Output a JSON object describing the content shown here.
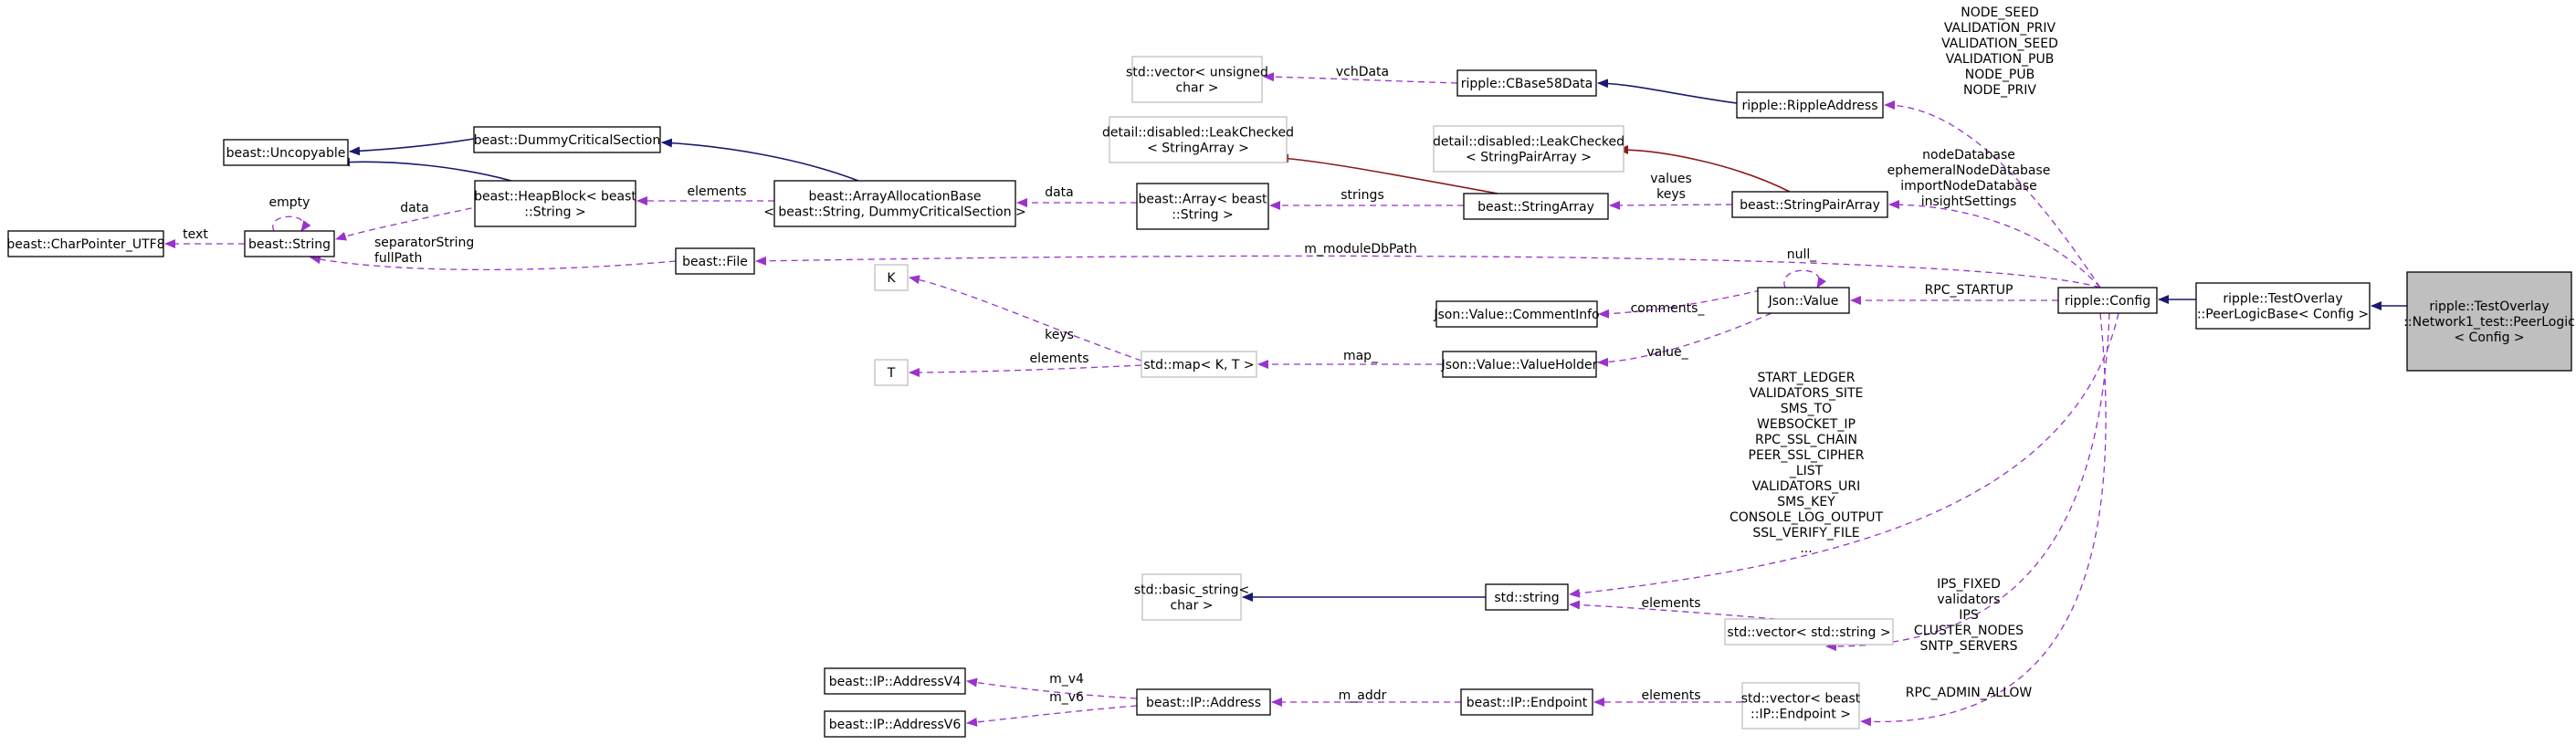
{
  "nodes": {
    "peerlogic": "ripple::TestOverlay\n::Network1_test::PeerLogic\n< Config >",
    "peerlogicbase": "ripple::TestOverlay\n::PeerLogicBase< Config >",
    "config": "ripple::Config",
    "rippleaddress": "ripple::RippleAddress",
    "cbase58data": "ripple::CBase58Data",
    "vector_uchar": "std::vector< unsigned\nchar >",
    "leakchecked_sa": "detail::disabled::LeakChecked\n< StringArray >",
    "leakchecked_spa": "detail::disabled::LeakChecked\n< StringPairArray >",
    "stringpairarray": "beast::StringPairArray",
    "stringarray": "beast::StringArray",
    "array": "beast::Array< beast\n::String >",
    "arrayallocbase": "beast::ArrayAllocationBase\n< beast::String, DummyCriticalSection >",
    "dummycs": "beast::DummyCriticalSection",
    "uncopyable": "beast::Uncopyable",
    "heapblock": "beast::HeapBlock< beast\n::String >",
    "string": "beast::String",
    "charpointer": "beast::CharPointer_UTF8",
    "file": "beast::File",
    "K": "K",
    "T": "T",
    "map": "std::map< K, T >",
    "commentinfo": "Json::Value::CommentInfo",
    "jsonvalue": "Json::Value",
    "valueholder": "Json::Value::ValueHolder",
    "basic_string": "std::basic_string<\nchar >",
    "stdstring": "std::string",
    "vector_string": "std::vector< std::string >",
    "addrv4": "beast::IP::AddressV4",
    "addrv6": "beast::IP::AddressV6",
    "address": "beast::IP::Address",
    "endpoint": "beast::IP::Endpoint",
    "vector_endpoint": "std::vector< beast\n::IP::Endpoint >"
  },
  "labels": {
    "node_seed": "NODE_SEED\nVALIDATION_PRIV\nVALIDATION_SEED\nVALIDATION_PUB\nNODE_PUB\nNODE_PRIV",
    "vchdata": "vchData",
    "values_keys": "values\nkeys",
    "strings": "strings",
    "data_array": "data",
    "elements_arr": "elements",
    "data_heap": "data",
    "empty": "empty",
    "text": "text",
    "separator": "separatorString\nfullPath",
    "nodedatabase": "nodeDatabase\nephemeralNodeDatabase\nimportNodeDatabase\ninsightSettings",
    "moduledbpath": "m_moduleDbPath",
    "comments": "comments_",
    "null": "null_",
    "rpc_startup": "RPC_STARTUP",
    "value": "value_",
    "map_": "map_",
    "keys": "keys",
    "elements_map": "elements",
    "start_ledger": "START_LEDGER\nVALIDATORS_SITE\nSMS_TO\nWEBSOCKET_IP\nRPC_SSL_CHAIN\nPEER_SSL_CIPHER\n_LIST\nVALIDATORS_URI\nSMS_KEY\nCONSOLE_LOG_OUTPUT\nSSL_VERIFY_FILE\n...",
    "elements_str": "elements",
    "ips_fixed": "IPS_FIXED\nvalidators\nIPS\nCLUSTER_NODES\nSNTP_SERVERS",
    "m_v4": "m_v4",
    "m_v6": "m_v6",
    "m_addr": "m_addr",
    "elements_ep": "elements",
    "rpc_admin": "RPC_ADMIN_ALLOW"
  },
  "colors": {
    "usage_edge": "#9a32cd",
    "inheritance_edge": "#191970",
    "template_edge": "#8b1a1a",
    "focus_fill": "#bfbfbf"
  }
}
